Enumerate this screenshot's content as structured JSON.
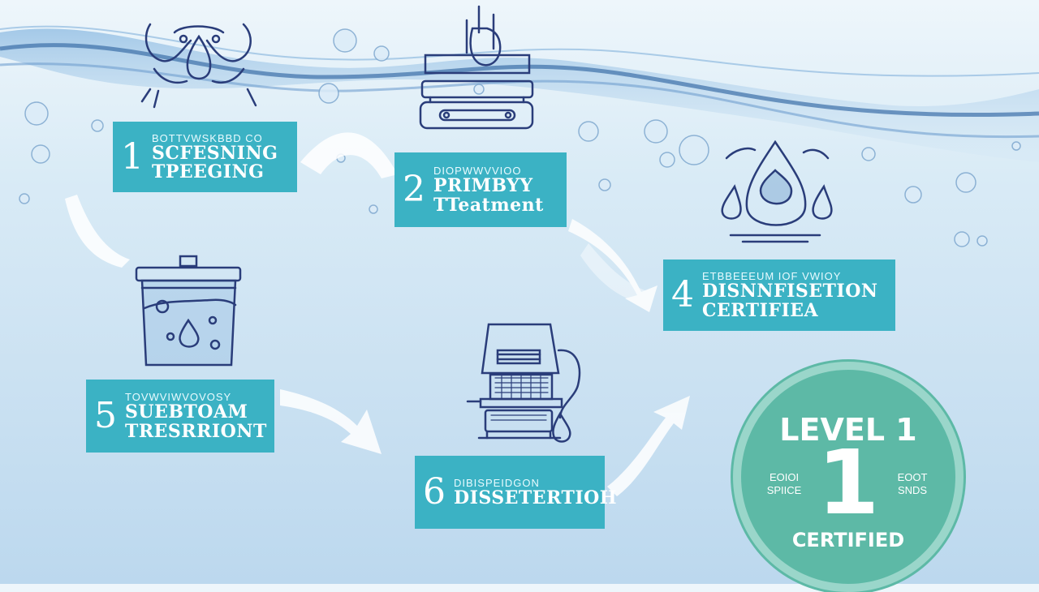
{
  "steps": [
    {
      "id": "1",
      "number": "1",
      "small": "BOTTVWSKBBD CO",
      "big_line1": "SCFESNING",
      "big_line2": "TPEEGING"
    },
    {
      "id": "2",
      "number": "2",
      "small": "DIOPWWVVIOO",
      "big_line1": "PRIMBYY",
      "big_line2": "TTeatment"
    },
    {
      "id": "4",
      "number": "4",
      "small": "ETBBEEEUM IOF VWIOY",
      "big_line1": "DISNNFISETION",
      "big_line2": "CERTIFIEA"
    },
    {
      "id": "5",
      "number": "5",
      "small": "TOVWVIWVOVOSY",
      "big_line1": "SUEBTOAM",
      "big_line2": "TRESRRIONT"
    },
    {
      "id": "6",
      "number": "6",
      "small": "DIBISPEIDGON",
      "big_line1": "DISSETERTIOH",
      "big_line2": ""
    }
  ],
  "badge": {
    "level": "LEVEL 1",
    "digit": "1",
    "left_text_1": "EOIOI",
    "left_text_2": "SPIICE",
    "right_text_1": "EOOT",
    "right_text_2": "SNDS",
    "certified": "CERTIFIED"
  },
  "colors": {
    "box": "#3bb2c4",
    "badge": "#5db9a6",
    "icon_stroke": "#2a3d7a",
    "water": "#5b8fc2"
  },
  "icons": [
    "screening-icon",
    "primary-treatment-icon",
    "water-drop-icon",
    "tank-icon",
    "filter-machine-icon"
  ]
}
